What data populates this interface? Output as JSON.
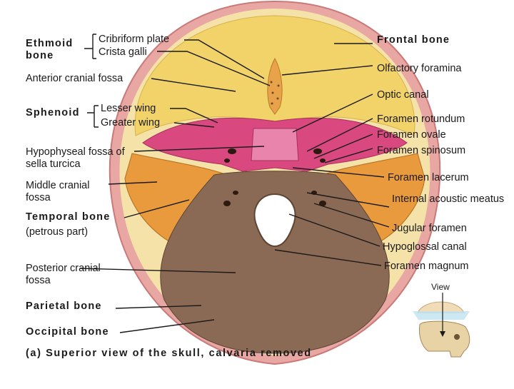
{
  "labels": {
    "ethmoid": "Ethmoid bone",
    "cribriform": "Cribriform plate",
    "crista": "Crista galli",
    "anterior_fossa": "Anterior cranial fossa",
    "sphenoid": "Sphenoid",
    "lesser_wing": "Lesser wing",
    "greater_wing": "Greater wing",
    "hypophyseal": "Hypophyseal fossa of sella turcica",
    "middle_fossa": "Middle cranial fossa",
    "temporal": "Temporal bone",
    "petrous": "(petrous part)",
    "posterior_fossa": "Posterior cranial fossa",
    "parietal": "Parietal bone",
    "occipital": "Occipital bone",
    "frontal": "Frontal bone",
    "olfactory": "Olfactory foramina",
    "optic": "Optic canal",
    "rotundum": "Foramen rotundum",
    "ovale": "Foramen ovale",
    "spinosum": "Foramen spinosum",
    "lacerum": "Foramen lacerum",
    "acoustic": "Internal acoustic meatus",
    "jugular": "Jugular foramen",
    "hypoglossal": "Hypoglossal canal",
    "magnum": "Foramen magnum",
    "view": "View"
  },
  "caption": "(a) Superior view of the skull, calvaria removed",
  "colors": {
    "frontal_bone": "#f2d36a",
    "sphenoid_bone": "#d9487e",
    "temporal_bone": "#e89a3c",
    "occipital_bone": "#8b6a55",
    "parietal_bone": "#e9a7a3",
    "leader_line": "#1a1a1a"
  }
}
